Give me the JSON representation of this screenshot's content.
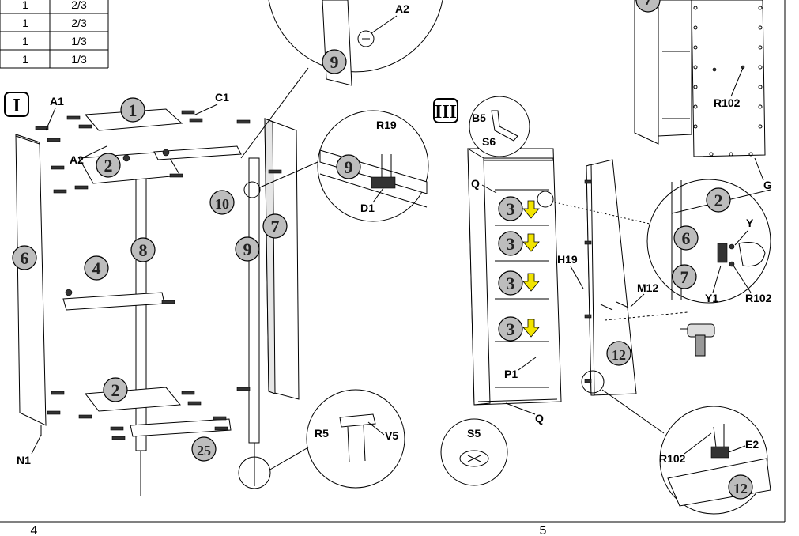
{
  "table": {
    "rows": [
      {
        "qty": "1",
        "frac": "2/3"
      },
      {
        "qty": "1",
        "frac": "2/3"
      },
      {
        "qty": "1",
        "frac": "1/3"
      },
      {
        "qty": "1",
        "frac": "1/3"
      }
    ]
  },
  "steps": {
    "left": "I",
    "right": "III"
  },
  "part_labels": {
    "A1": "A1",
    "A2": "A2",
    "C1": "C1",
    "N1": "N1",
    "R19": "R19",
    "D1": "D1",
    "R5": "R5",
    "V5": "V5",
    "B5": "B5",
    "S6": "S6",
    "Q": "Q",
    "H19": "H19",
    "M12": "M12",
    "P1": "P1",
    "S5": "S5",
    "Y": "Y",
    "Y1": "Y1",
    "R102": "R102",
    "E2": "E2",
    "G": "G"
  },
  "bubbles": {
    "b1": "1",
    "b2": "2",
    "b4": "4",
    "b6": "6",
    "b7": "7",
    "b8": "8",
    "b9": "9",
    "b10": "10",
    "b25": "25",
    "b3": "3",
    "b12": "12"
  },
  "pages": {
    "left": "4",
    "right": "5"
  }
}
